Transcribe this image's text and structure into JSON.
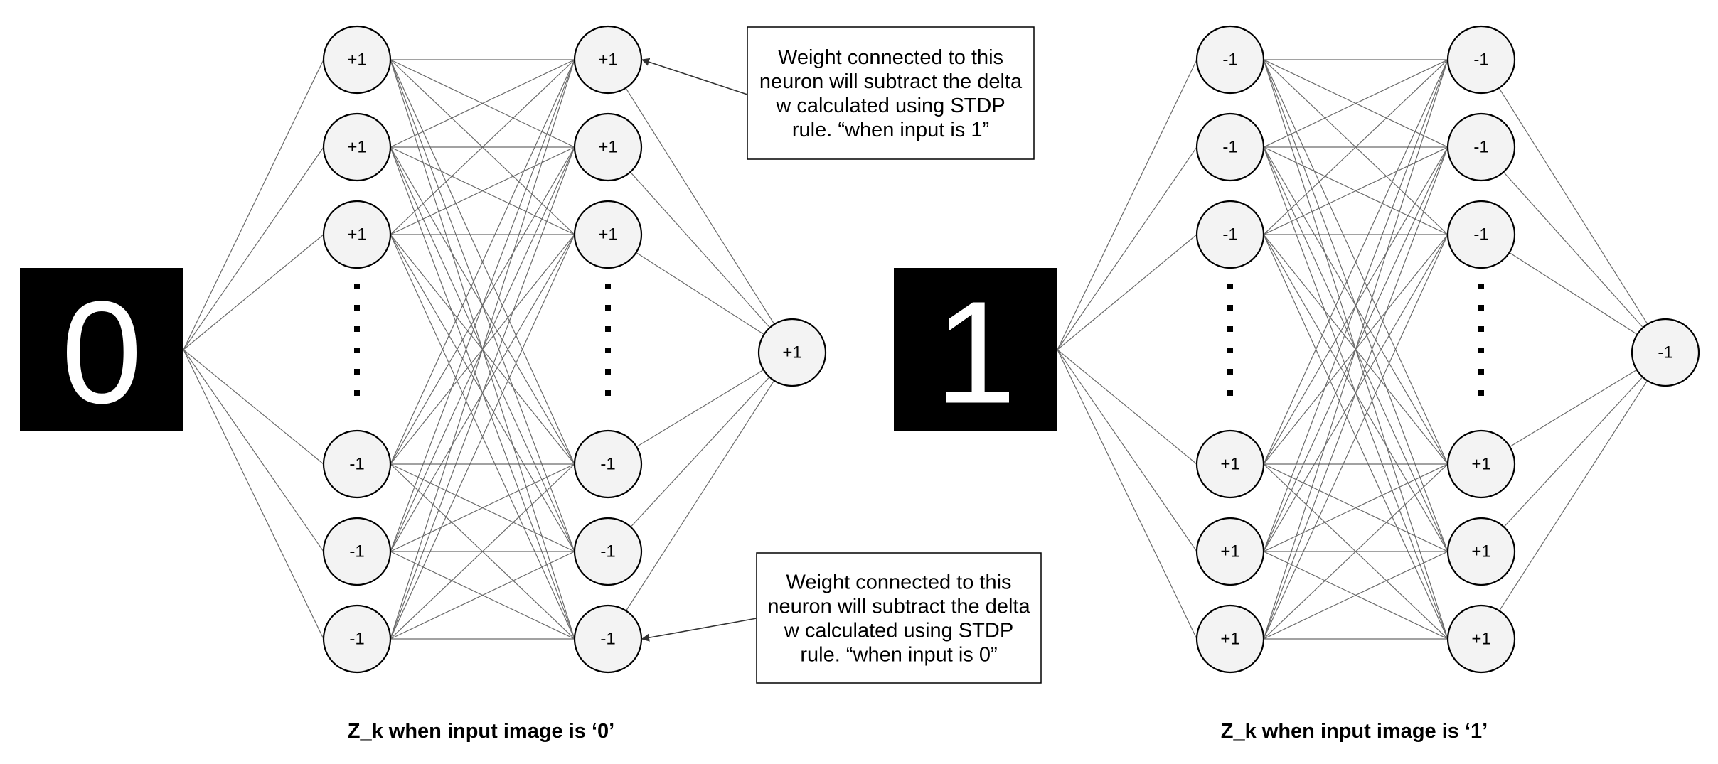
{
  "panels": [
    {
      "input_digit": "0",
      "layer1_top": [
        "+1",
        "+1",
        "+1"
      ],
      "layer1_bottom": [
        "-1",
        "-1",
        "-1"
      ],
      "layer2_top": [
        "+1",
        "+1",
        "+1"
      ],
      "layer2_bottom": [
        "-1",
        "-1",
        "-1"
      ],
      "output": "+1",
      "caption": "Z_k when input image is ‘0’"
    },
    {
      "input_digit": "1",
      "layer1_top": [
        "-1",
        "-1",
        "-1"
      ],
      "layer1_bottom": [
        "+1",
        "+1",
        "+1"
      ],
      "layer2_top": [
        "-1",
        "-1",
        "-1"
      ],
      "layer2_bottom": [
        "+1",
        "+1",
        "+1"
      ],
      "output": "-1",
      "caption": "Z_k when input image is ‘1’"
    }
  ],
  "notes": [
    {
      "lines": [
        "Weight connected to this",
        "neuron will subtract the delta",
        "w calculated using STDP",
        "rule. “when input is 1”"
      ]
    },
    {
      "lines": [
        "Weight connected to this",
        "neuron will subtract the delta",
        "w calculated using STDP",
        "rule. “when input is 0”"
      ]
    }
  ]
}
